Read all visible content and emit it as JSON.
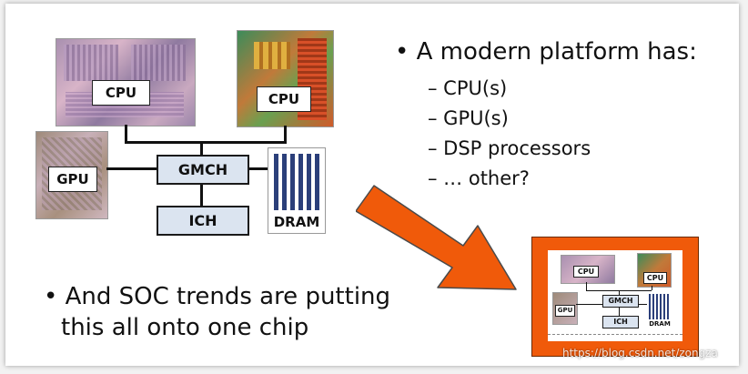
{
  "diagram": {
    "cpu1": "CPU",
    "cpu2": "CPU",
    "gpu": "GPU",
    "gmch": "GMCH",
    "ich": "ICH",
    "dram": "DRAM"
  },
  "right_list": {
    "heading": "A modern platform has:",
    "items": [
      "– CPU(s)",
      "– GPU(s)",
      "– DSP processors",
      "– … other?"
    ]
  },
  "bottom_bullet": {
    "line1": "And SOC trends are putting",
    "line2": "this all onto one chip"
  },
  "colors": {
    "arrow": "#f05a0a",
    "box_fill": "#dbe4f0",
    "dram": "#2b3f7a"
  },
  "watermark": "https://blog.csdn.net/zongza"
}
